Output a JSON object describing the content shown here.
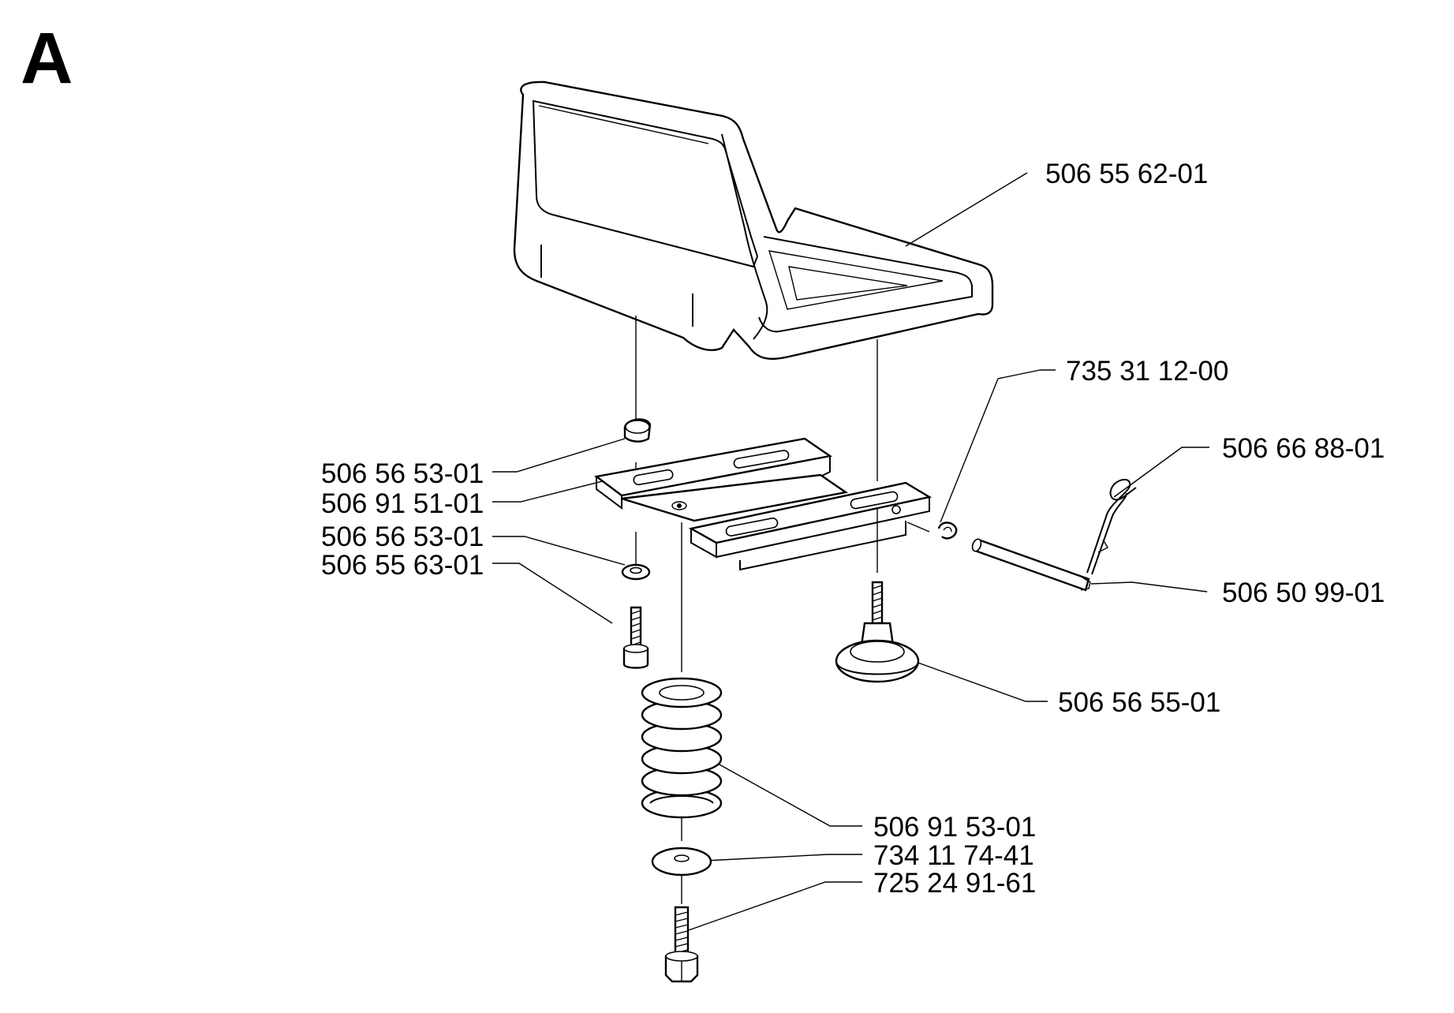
{
  "section_label": "A",
  "parts": {
    "seat": "506 55 62-01",
    "clip": "735 31 12-00",
    "cotter_pin": "506 66 88-01",
    "plastic_nut": "506 56 53-01",
    "seat_bracket": "506 91 51-01",
    "washer_left": "506 56 53-01",
    "screw_left": "506 55 63-01",
    "pivot_pin": "506 50 99-01",
    "adjust_knob": "506 56 55-01",
    "spring": "506 91 53-01",
    "washer_bottom": "734 11 74-41",
    "bolt_bottom": "725 24 91-61"
  }
}
